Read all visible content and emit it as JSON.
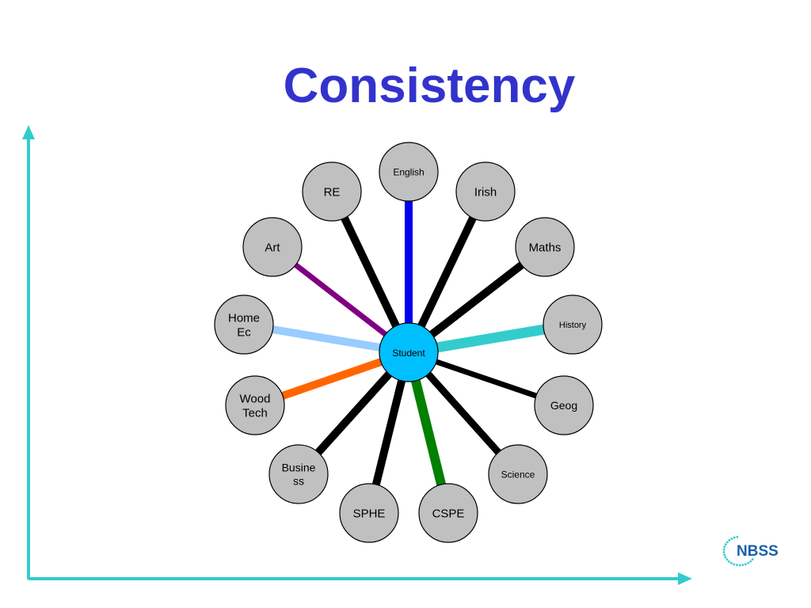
{
  "title": "Consistency",
  "center": {
    "label": "Student",
    "color": "#00bfff"
  },
  "nodes": [
    {
      "id": "english",
      "label": "English",
      "line_color": "#0000ee"
    },
    {
      "id": "irish",
      "label": "Irish",
      "line_color": "#000000"
    },
    {
      "id": "maths",
      "label": "Maths",
      "line_color": "#000000"
    },
    {
      "id": "history",
      "label": "History",
      "line_color": "#33cccc"
    },
    {
      "id": "geog",
      "label": "Geog",
      "line_color": "#000000"
    },
    {
      "id": "science",
      "label": "Science",
      "line_color": "#000000"
    },
    {
      "id": "cspe",
      "label": "CSPE",
      "line_color": "#008000"
    },
    {
      "id": "sphe",
      "label": "SPHE",
      "line_color": "#000000"
    },
    {
      "id": "business",
      "label": "Busine\nss",
      "line_color": "#000000"
    },
    {
      "id": "wood-tech",
      "label": "Wood\nTech",
      "line_color": "#ff6600"
    },
    {
      "id": "home-ec",
      "label": "Home\nEc",
      "line_color": "#99ccff"
    },
    {
      "id": "art",
      "label": "Art",
      "line_color": "#800080"
    },
    {
      "id": "re",
      "label": "RE",
      "line_color": "#000000"
    }
  ],
  "node_fill": "#c0c0c0",
  "axis_color": "#33cccc",
  "logo": {
    "text": "NBSS",
    "color": "#1a5fa8",
    "dot_color": "#33cccc"
  }
}
